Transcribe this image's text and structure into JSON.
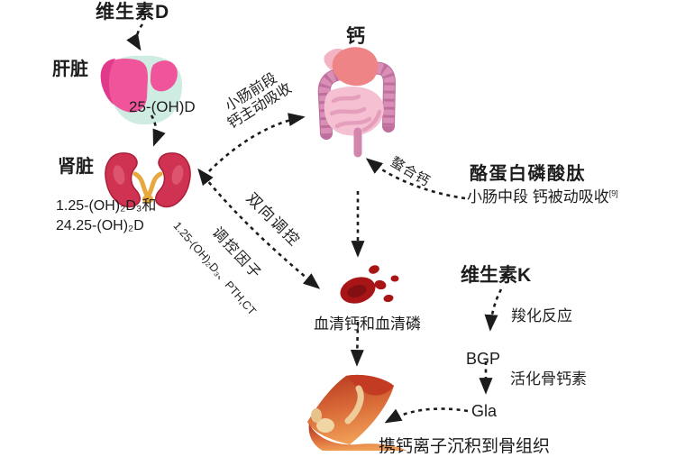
{
  "title_context": "维生素D与钙代谢示意图",
  "nodes": {
    "vitamin_d": "维生素D",
    "liver": "肝脏",
    "ohd25": "25-(OH)D",
    "kidney": "肾脏",
    "ohd125": "1.25-(OH)₂D₃和",
    "ohd2425": "24.25-(OH)₂D",
    "calcium": "钙",
    "cpp_title": "酪蛋白磷酸肽",
    "cpp_sub": "小肠中段 钙被动吸收",
    "cpp_sup": "[9]",
    "serum": "血清钙和血清磷",
    "vitamin_k": "维生素K",
    "bgp": "BGP",
    "gla": "Gla",
    "bottom_note": "携钙离子沉积到骨组织"
  },
  "edge_labels": {
    "absorb_front_1": "小肠前段",
    "absorb_front_2": "钙主动吸收",
    "bidirectional": "双向调控",
    "regulator_title": "调控因子",
    "regulator_detail": "1.25-(OH)₂D₃、PTH,CT",
    "chelated": "螯合钙",
    "carboxylation": "羧化反应",
    "activate": "活化骨钙素"
  },
  "icons": {
    "liver_icon": "肝脏插图",
    "kidney_icon": "肾脏插图",
    "intestine_icon": "胃肠道插图",
    "blood_cells_icon": "血细胞插图",
    "knee_bone_icon": "膝关节骨骼插图"
  },
  "colors": {
    "text": "#1c1c1c",
    "arrow": "#1c1c1c",
    "liver_pink": "#f0559c",
    "liver_dark": "#e23a8a",
    "liver_teal_bg": "#cfece3",
    "kidney_red": "#d03351",
    "kidney_border": "#aa1e38",
    "kidney_highlight": "#e2607a",
    "ureter_yellow": "#e9a83d",
    "stomach_coral": "#ee8486",
    "colon_mauve": "#d286ae",
    "small_intestine_pink": "#f5c0d1",
    "blood_red": "#a81517",
    "blood_dark": "#821013",
    "knee_red": "#b5351f",
    "knee_orange": "#ef9c55",
    "bone_tan": "#f0d6a4"
  }
}
